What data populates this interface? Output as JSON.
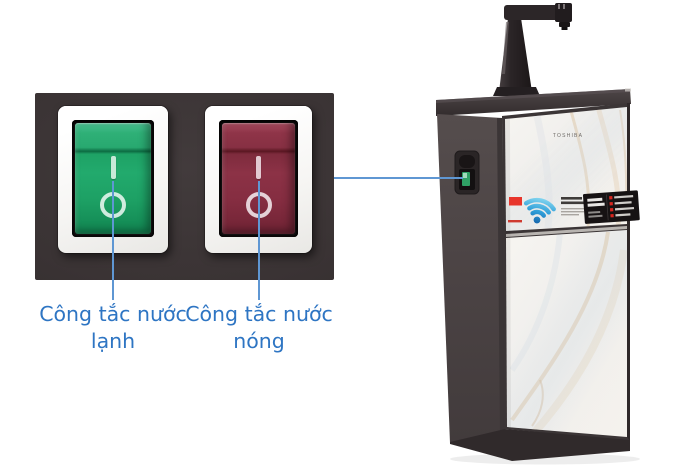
{
  "page": {
    "background": "#ffffff"
  },
  "callout": {
    "panel_color": "#3a3334",
    "connector_color": "#5f97d3",
    "label_color": "#2e75c3",
    "switches": [
      {
        "id": "cold",
        "label": "Công tắc nước lạnh",
        "switch_color": "#1fa368",
        "on_symbol": "I",
        "off_symbol": "O"
      },
      {
        "id": "hot",
        "label": "Công tắc nước nóng",
        "switch_color": "#8c2f43",
        "on_symbol": "I",
        "off_symbol": "O"
      }
    ]
  },
  "product": {
    "brand": "TOSHIBA",
    "body_color": "#4b4344",
    "front_panel_style": "white marble",
    "wifi_icon_color": "#2f9fd9",
    "sticker_color": "#e8352b",
    "spec_label_bg": "#161213"
  }
}
